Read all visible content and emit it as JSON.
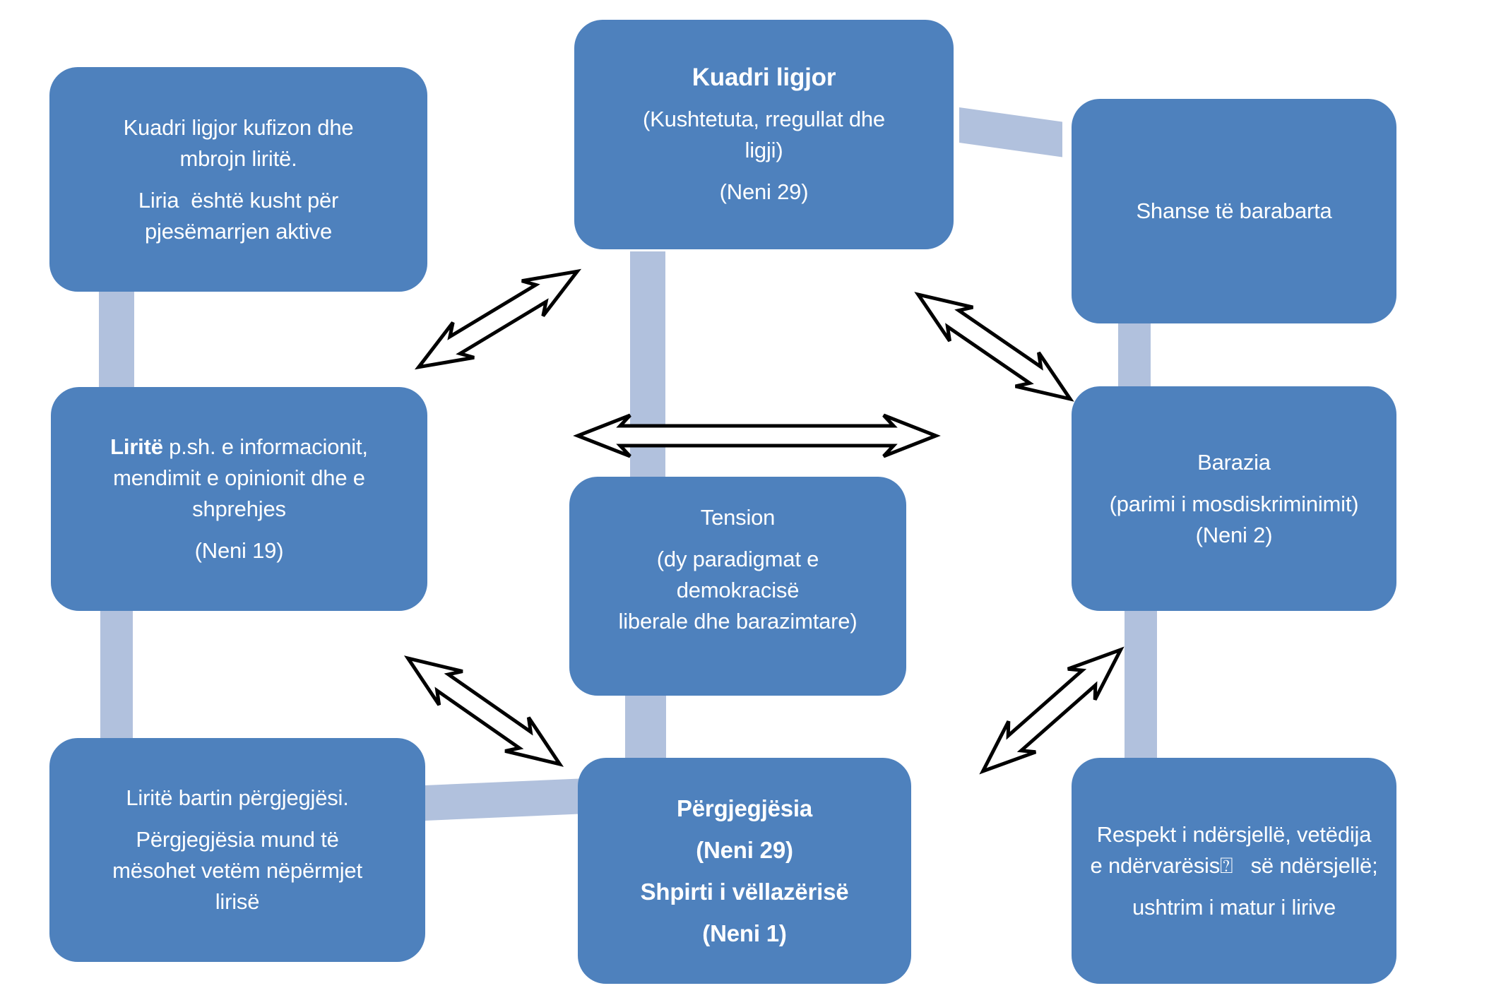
{
  "colors": {
    "background": "#ffffff",
    "box_fill": "#4e81bd",
    "connector_fill": "#b1c1dd",
    "arrow_fill": "#ffffff",
    "arrow_stroke": "#000000",
    "text": "#ffffff"
  },
  "boxes": {
    "top_left": {
      "line1": "Kuadri ligjor kufizon dhe",
      "line2": "mbrojn liritë.",
      "line3": "Liria  është kusht për",
      "line4": "pjesëmarrjen aktive"
    },
    "top_center": {
      "title": "Kuadri ligjor",
      "line1": "(Kushtetuta, rregullat dhe",
      "line2": "ligji)",
      "line3": "(Neni 29)"
    },
    "top_right": {
      "line1": "Shanse të barabarta"
    },
    "mid_left": {
      "lead": "Liritë",
      "lead_rest": " p.sh. e informacionit,",
      "line2": "mendimit e opinionit dhe e",
      "line3": "shprehjes",
      "line4": "(Neni 19)"
    },
    "tension": {
      "title": "Tension",
      "line1": "(dy paradigmat e",
      "line2": "demokracisë",
      "line3": "liberale dhe barazimtare)"
    },
    "barazia": {
      "line1": "Barazia",
      "line2": "(parimi i mosdiskriminimit)",
      "line3": "(Neni 2)"
    },
    "bottom_left": {
      "line1": "Liritë bartin përgjegjësi.",
      "line2": "Përgjegjësia mund të",
      "line3": "mësohet vetëm nëpërmjet",
      "line4": "lirisë"
    },
    "bottom_center": {
      "line1": "Përgjegjësia",
      "line2": "(Neni 29)",
      "line3": "Shpirti i vëllazërisë",
      "line4": "(Neni 1)"
    },
    "bottom_right": {
      "line1": "Respekt i ndërsjellë, vetëdija",
      "line2": "e ndërvarësis⍰   së ndërsjellë;",
      "line3": "ushtrim i matur i lirive"
    }
  }
}
